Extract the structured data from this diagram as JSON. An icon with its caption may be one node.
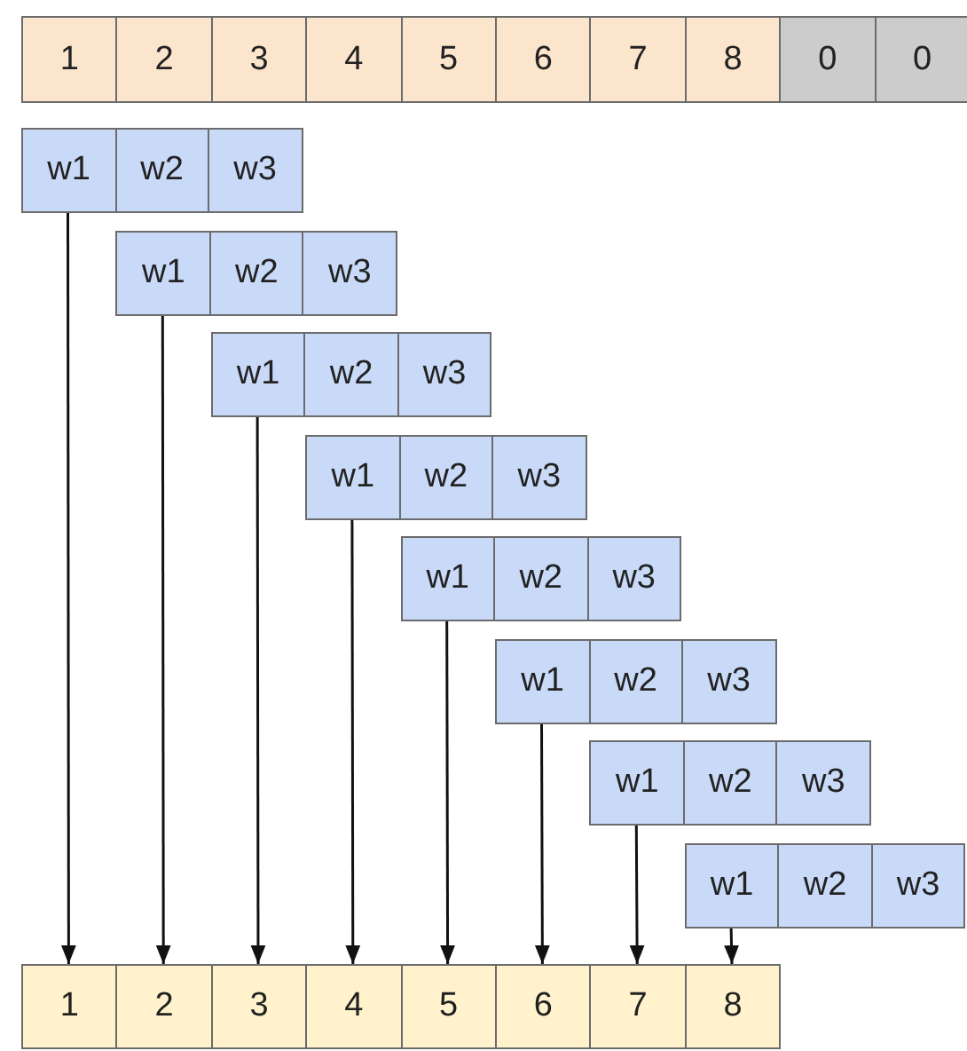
{
  "diagram": {
    "nodes": [
      {
        "text": [
          "1"
        ]
      },
      {
        "text": [
          "2"
        ]
      },
      {
        "text": [
          "3"
        ]
      },
      {
        "text": [
          "4"
        ]
      },
      {
        "text": [
          "5"
        ]
      },
      {
        "text": [
          "6"
        ]
      },
      {
        "text": [
          "7"
        ]
      },
      {
        "text": [
          "8"
        ]
      },
      {
        "text": [
          "0"
        ]
      },
      {
        "text": [
          "0"
        ]
      },
      {
        "text": [
          "w1"
        ]
      },
      {
        "text": [
          "w2"
        ]
      },
      {
        "text": [
          "w3"
        ]
      },
      {
        "text": [
          "w1"
        ]
      },
      {
        "text": [
          "w2"
        ]
      },
      {
        "text": [
          "w3"
        ]
      },
      {
        "text": [
          "w1"
        ]
      },
      {
        "text": [
          "w2"
        ]
      },
      {
        "text": [
          "w3"
        ]
      },
      {
        "text": [
          "w1"
        ]
      },
      {
        "text": [
          "w2"
        ]
      },
      {
        "text": [
          "w3"
        ]
      },
      {
        "text": [
          "w1"
        ]
      },
      {
        "text": [
          "w2"
        ]
      },
      {
        "text": [
          "w3"
        ]
      },
      {
        "text": [
          "w1"
        ]
      },
      {
        "text": [
          "w2"
        ]
      },
      {
        "text": [
          "w3"
        ]
      },
      {
        "text": [
          "w1"
        ]
      },
      {
        "text": [
          "w2"
        ]
      },
      {
        "text": [
          "w3"
        ]
      },
      {
        "text": [
          "w1"
        ]
      },
      {
        "text": [
          "w2"
        ]
      },
      {
        "text": [
          "w3"
        ]
      },
      {
        "text": [
          "1"
        ]
      },
      {
        "text": [
          "2"
        ]
      },
      {
        "text": [
          "3"
        ]
      },
      {
        "text": [
          "4"
        ]
      },
      {
        "text": [
          "5"
        ]
      },
      {
        "text": [
          "6"
        ]
      },
      {
        "text": [
          "7"
        ]
      },
      {
        "text": [
          "8"
        ]
      }
    ],
    "edges": [
      {
        "from": 10,
        "to": 34,
        "arrow": "to"
      },
      {
        "from": 13,
        "to": 35,
        "arrow": "to"
      },
      {
        "from": 16,
        "to": 36,
        "arrow": "to"
      },
      {
        "from": 19,
        "to": 37,
        "arrow": "to"
      },
      {
        "from": 22,
        "to": 38,
        "arrow": "to"
      },
      {
        "from": 25,
        "to": 39,
        "arrow": "to"
      },
      {
        "from": 28,
        "to": 40,
        "arrow": "to"
      },
      {
        "from": 31,
        "to": 41,
        "arrow": "to"
      }
    ]
  }
}
